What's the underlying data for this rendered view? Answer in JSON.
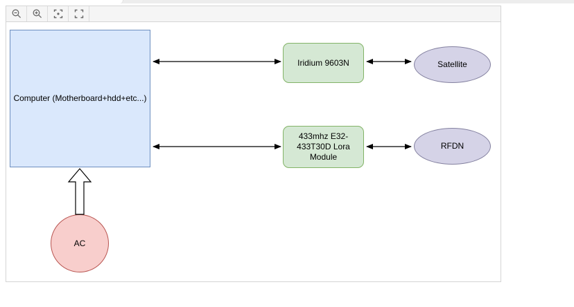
{
  "toolbar": {
    "icons": [
      {
        "name": "zoom-out-icon"
      },
      {
        "name": "zoom-in-icon"
      },
      {
        "name": "fit-page-icon"
      },
      {
        "name": "fullscreen-icon"
      }
    ]
  },
  "diagram": {
    "nodes": {
      "computer": {
        "label": "Computer (Motherboard+hdd+etc...)",
        "shape": "rectangle",
        "fill": "#dae8fc",
        "stroke": "#6c8ebf"
      },
      "iridium": {
        "label": "Iridium 9603N",
        "shape": "rounded-rectangle",
        "fill": "#d5e8d4",
        "stroke": "#82b366"
      },
      "satellite": {
        "label": "Satellite",
        "shape": "ellipse",
        "fill": "#d5d3e7",
        "stroke": "#83809f"
      },
      "lora": {
        "label": "433mhz E32-433T30D Lora Module",
        "shape": "rounded-rectangle",
        "fill": "#d5e8d4",
        "stroke": "#82b366"
      },
      "rfdn": {
        "label": "RFDN",
        "shape": "ellipse",
        "fill": "#d5d3e7",
        "stroke": "#83809f"
      },
      "ac": {
        "label": "AC",
        "shape": "circle",
        "fill": "#f8cecc",
        "stroke": "#b85450"
      }
    },
    "edges": [
      {
        "id": "computer-iridium",
        "from": "computer",
        "to": "iridium",
        "style": "double-arrow"
      },
      {
        "id": "iridium-satellite",
        "from": "iridium",
        "to": "satellite",
        "style": "double-arrow"
      },
      {
        "id": "computer-lora",
        "from": "computer",
        "to": "lora",
        "style": "double-arrow"
      },
      {
        "id": "lora-rfdn",
        "from": "lora",
        "to": "rfdn",
        "style": "double-arrow"
      },
      {
        "id": "ac-computer",
        "from": "ac",
        "to": "computer",
        "style": "block-arrow-up"
      }
    ],
    "edge_color": "#000000"
  }
}
